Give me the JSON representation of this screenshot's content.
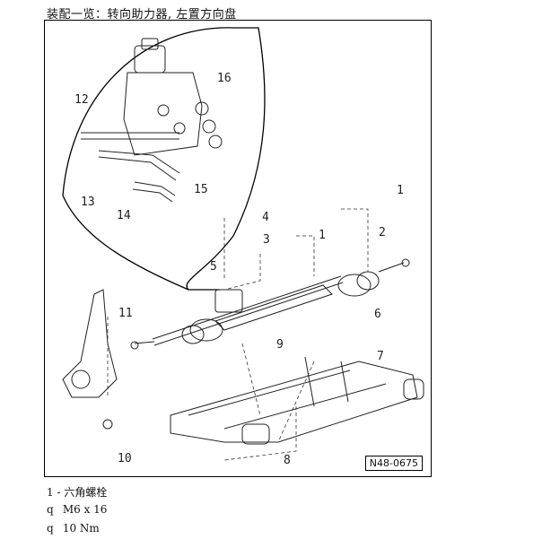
{
  "page": {
    "title": "装配一览：转向助力器, 左置方向盘"
  },
  "figure": {
    "id": "N48-0675",
    "callouts": [
      "1",
      "1",
      "2",
      "3",
      "4",
      "5",
      "6",
      "7",
      "8",
      "9",
      "10",
      "11",
      "12",
      "13",
      "14",
      "15",
      "16"
    ]
  },
  "legend": {
    "item_number": "1 -",
    "item_name": "六角螺栓",
    "bullet": "q",
    "spec_size": "M6 x 16",
    "spec_torque": "10 Nm"
  }
}
